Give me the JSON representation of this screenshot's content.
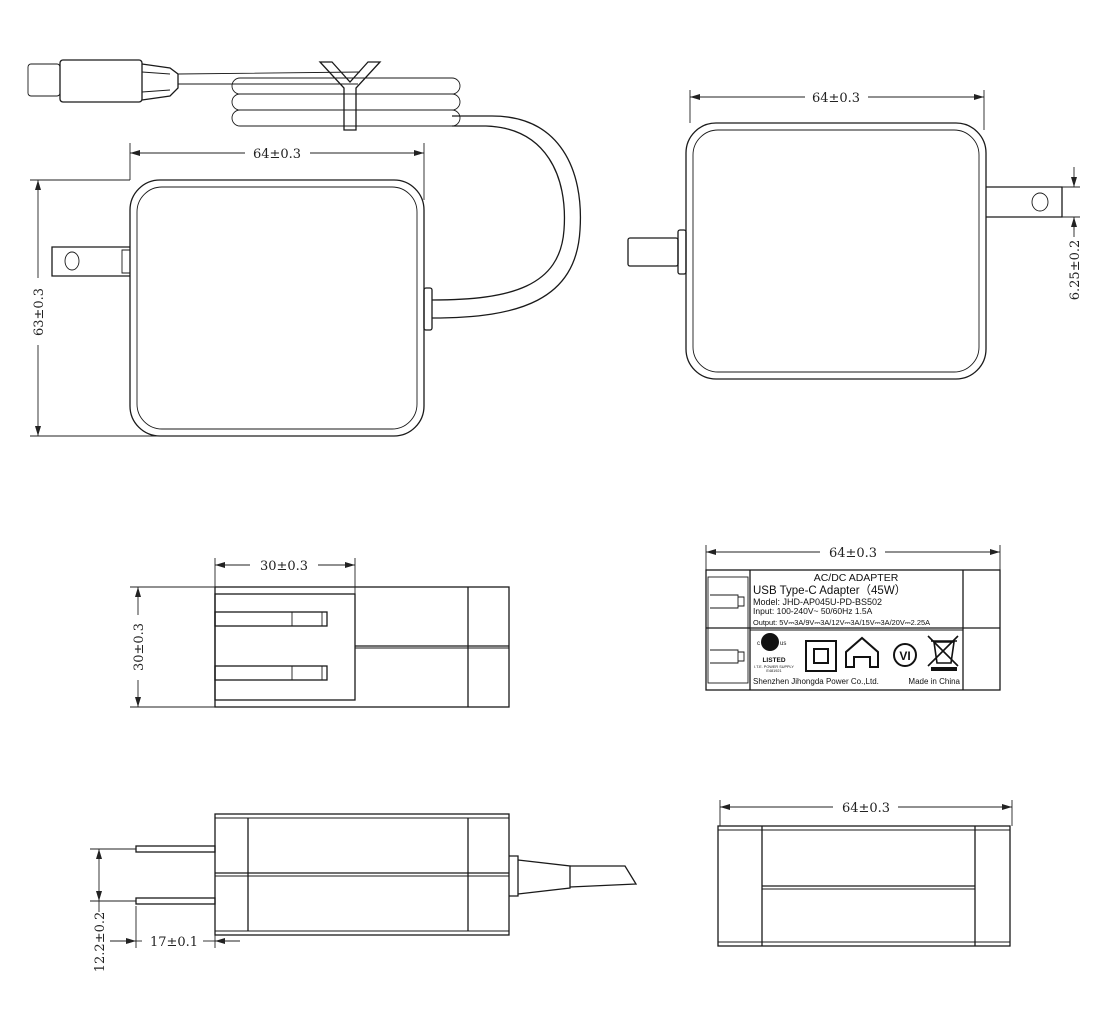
{
  "dimensions": {
    "front_width": "64±0.3",
    "front_height": "63±0.3",
    "back_width": "64±0.3",
    "pin_offset": "6.25±0.2",
    "side_depth": "30±0.3",
    "side_height": "30±0.3",
    "label_width": "64±0.3",
    "pin_spacing": "12.2±0.2",
    "pin_length": "17±0.1",
    "top_width": "64±0.3"
  },
  "label": {
    "line1": "AC/DC  ADAPTER",
    "line2": "USB Type-C Adapter（45W）",
    "model": "Model: JHD-AP045U-PD-BS502",
    "input": "Input: 100-240V~  50/60Hz  1.5A",
    "output": "Output: 5V⎓3A/9V⎓3A/12V⎓3A/15V⎓3A/20V⎓2.25A",
    "listed": "LISTED",
    "listed_sub": "I.T.E. POWER SUPPLY",
    "listed_code": "E481921",
    "ul_left": "c",
    "ul_mark": "UL",
    "ul_right": "us",
    "vi_mark": "VI",
    "manufacturer": "Shenzhen Jihongda Power Co.,Ltd.",
    "origin": "Made in China"
  }
}
